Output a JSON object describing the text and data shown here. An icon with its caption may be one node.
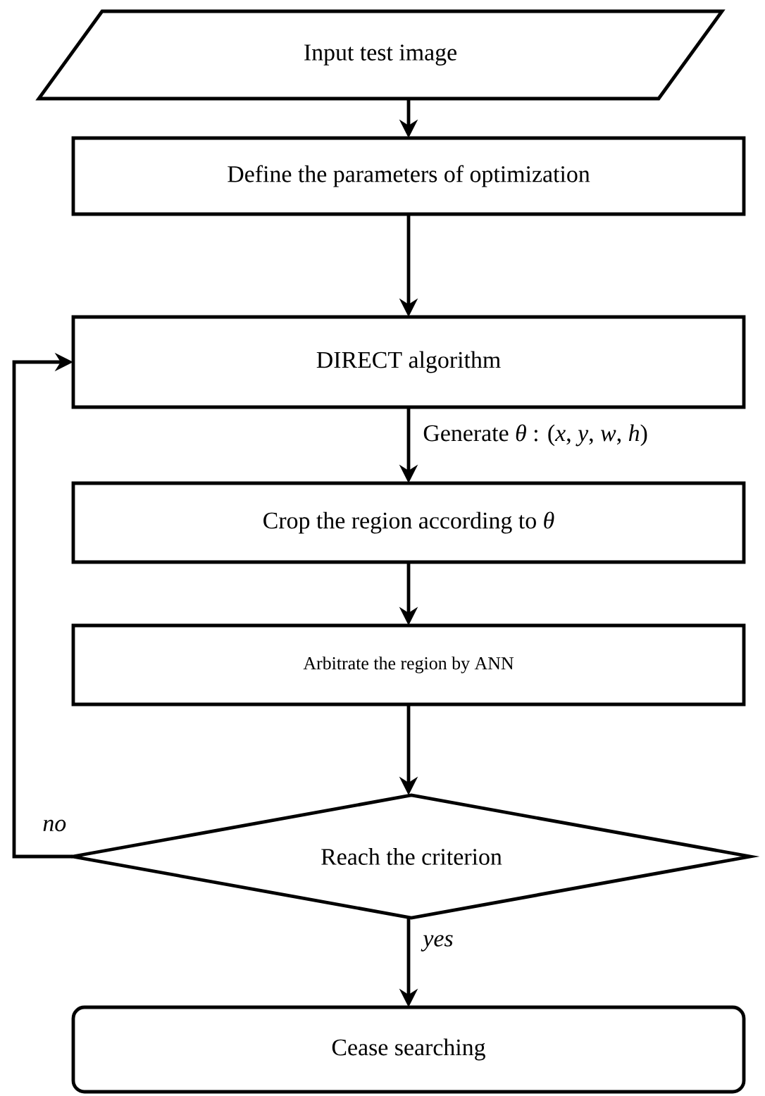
{
  "diagram": {
    "nodes": [
      {
        "text": [
          "Input test image"
        ]
      },
      {
        "text": [
          "Define the parameters of optimization"
        ]
      },
      {
        "text": [
          "DIRECT algorithm"
        ]
      },
      {
        "text": [
          "Crop the region according to *θ*"
        ]
      },
      {
        "text": [
          "Arbitrate the region by ANN"
        ]
      },
      {
        "text": [
          "Reach the criterion"
        ]
      },
      {
        "text": [
          "Cease searching"
        ]
      }
    ],
    "edges": [
      {
        "from": 0,
        "to": 1,
        "arrow": "to"
      },
      {
        "from": 1,
        "to": 2,
        "arrow": "to"
      },
      {
        "from": 2,
        "to": 3,
        "arrow": "to",
        "label": "Generate *θ* : (*x*, *y*, *w*, *h*)"
      },
      {
        "from": 3,
        "to": 4,
        "arrow": "to"
      },
      {
        "from": 4,
        "to": 5,
        "arrow": "to"
      },
      {
        "from": 5,
        "to": 6,
        "arrow": "to",
        "label": "yes"
      },
      {
        "from": 5,
        "to": 2,
        "arrow": "to",
        "label": "no"
      }
    ]
  }
}
